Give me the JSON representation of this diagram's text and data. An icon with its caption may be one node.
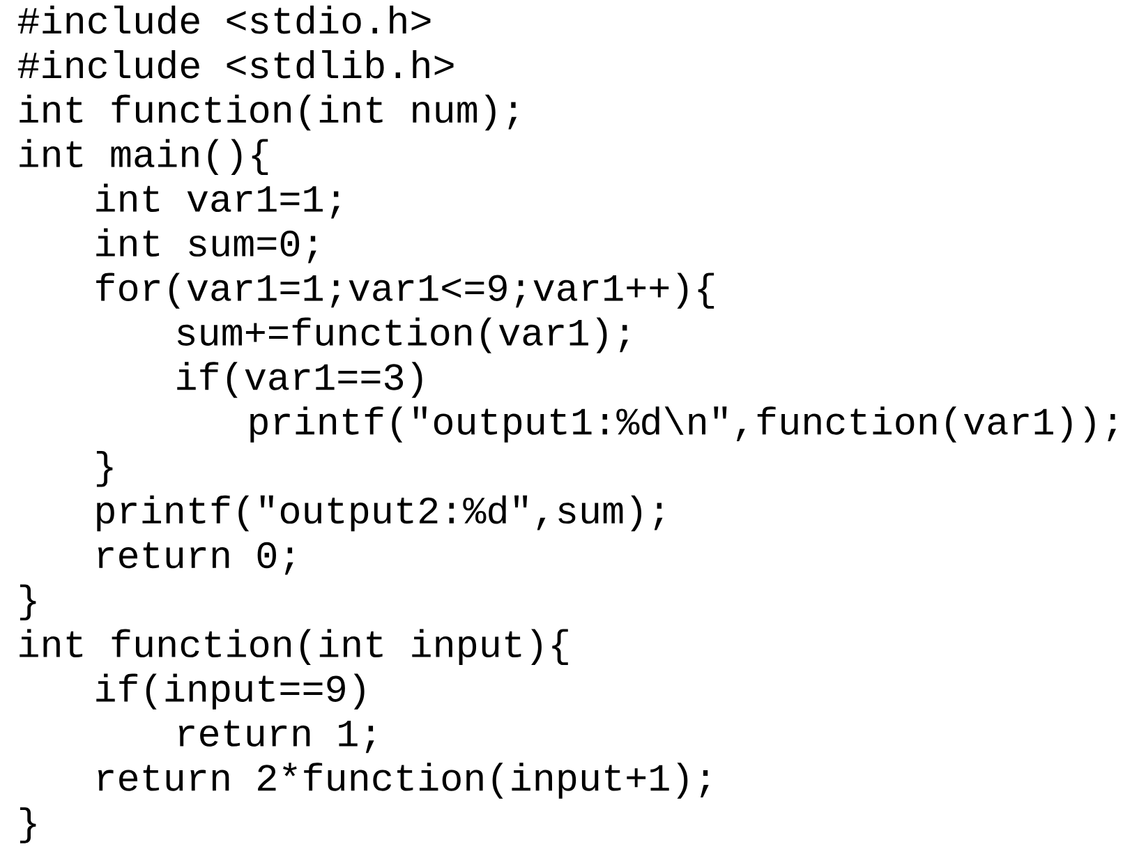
{
  "diagram": {
    "labels": [
      "#include <stdio.h>",
      "#include <stdlib.h>",
      "int function(int num);",
      "int main(){",
      "int var1=1;",
      "int sum=0;",
      "for(var1=1;var1<=9;var1++){",
      "sum+=function(var1);",
      "if(var1==3)",
      "printf(\"output1:%d\\n\",function(var1));",
      "}",
      "printf(\"output2:%d\",sum);",
      "return 0;",
      "}",
      "int function(int input){",
      "if(input==9)",
      "return 1;",
      "return 2*function(input+1);",
      "}"
    ]
  }
}
